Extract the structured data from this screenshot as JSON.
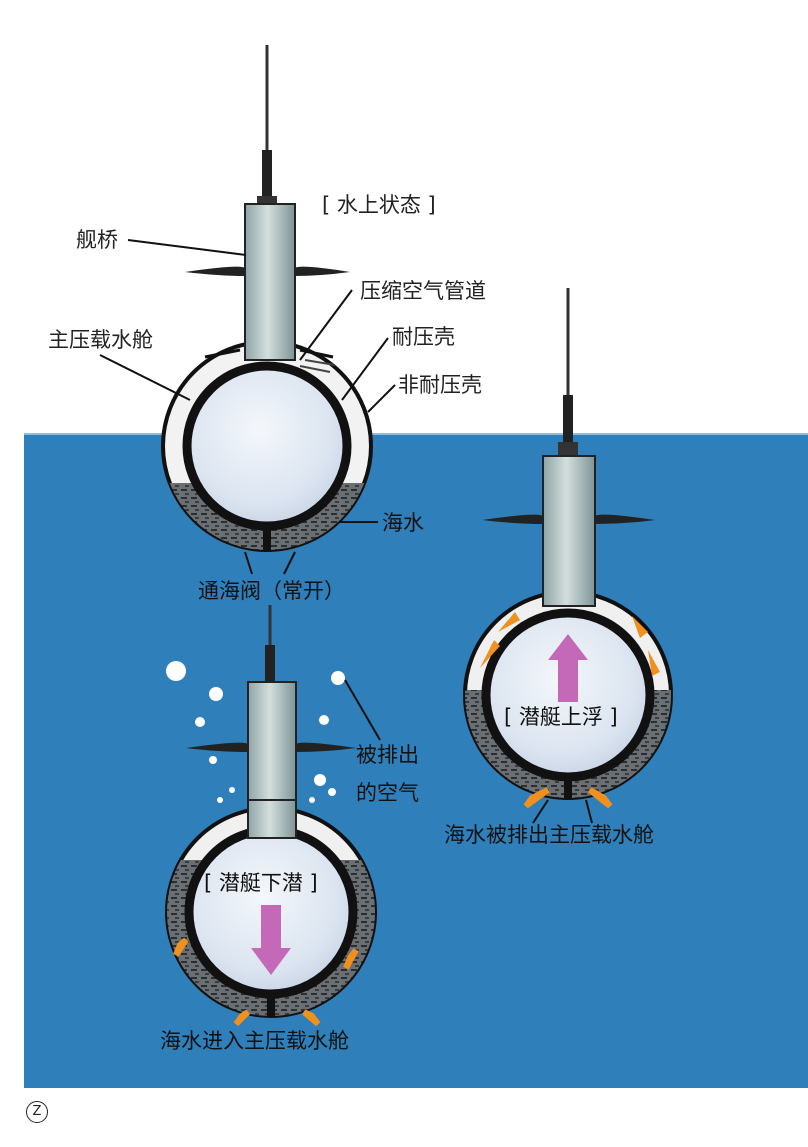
{
  "labels": {
    "surface_state": "[ 水上状态 ]",
    "bridge": "舰桥",
    "air_pipe": "压缩空气管道",
    "main_ballast_tank": "主压载水舱",
    "pressure_hull": "耐压壳",
    "outer_hull": "非耐压壳",
    "seawater": "海水",
    "sea_valve": "通海阀（常开）",
    "expelled_air_line1": "被排出",
    "expelled_air_line2": "的空气",
    "surfacing": "[ 潜艇上浮 ]",
    "water_expelled": "海水被排出主压载水舱",
    "diving": "[ 潜艇下潜 ]",
    "water_enters": "海水进入主压载水舱"
  },
  "corner_mark": "Z",
  "colors": {
    "sky": "#ffffff",
    "sea": "#2f7fba",
    "hull": "#141414",
    "tower": "#b7c8c8",
    "arrow_purple": "#c468b8",
    "arrow_orange": "#f0901e"
  }
}
